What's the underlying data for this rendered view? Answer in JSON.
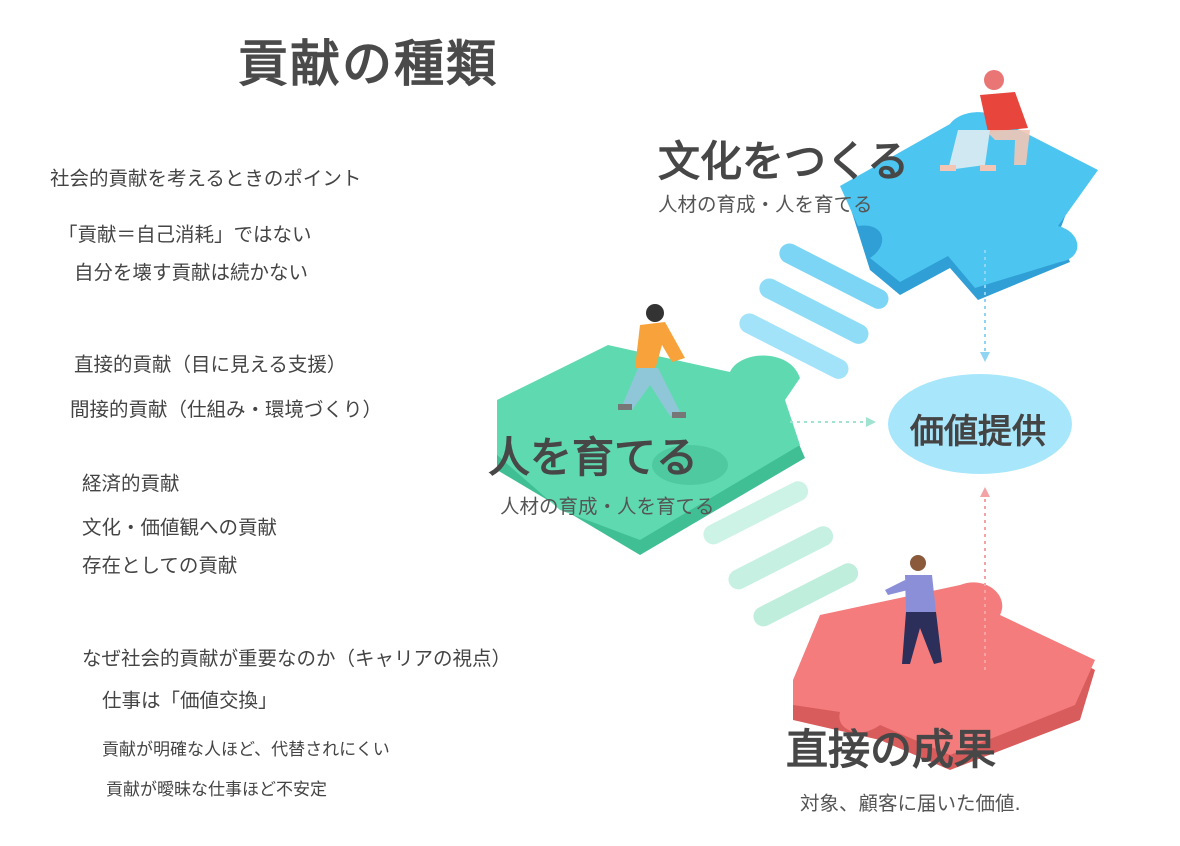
{
  "title": "貢献の種類",
  "left_text": {
    "point_heading": "社会的貢献を考えるときのポイント",
    "not_self_consumption": "「貢献＝自己消耗」ではない",
    "self_destroy": "自分を壊す貢献は続かない",
    "direct": "直接的貢献（目に見える支援）",
    "indirect": "間接的貢献（仕組み・環境づくり）",
    "economic": "経済的貢献",
    "culture_value": "文化・価値観への貢献",
    "existence": "存在としての貢献",
    "why_heading": "なぜ社会的貢献が重要なのか（キャリアの視点）",
    "work_exchange": "仕事は「価値交換」",
    "clear": "貢献が明確な人ほど、代替されにくい",
    "vague": "貢献が曖昧な仕事ほど不安定"
  },
  "diagram": {
    "culture": {
      "title": "文化をつくる",
      "subtitle": "人材の育成・人を育てる",
      "color": "#4cc5f0"
    },
    "people": {
      "title": "人を育てる",
      "subtitle": "人材の育成・人を育てる",
      "color": "#5fd9b0"
    },
    "direct": {
      "title": "直接の成果",
      "subtitle": "対象、顧客に届いた価値.",
      "color": "#f47c7c"
    },
    "center": {
      "label": "価値提供",
      "color": "#a8e6fb"
    }
  }
}
